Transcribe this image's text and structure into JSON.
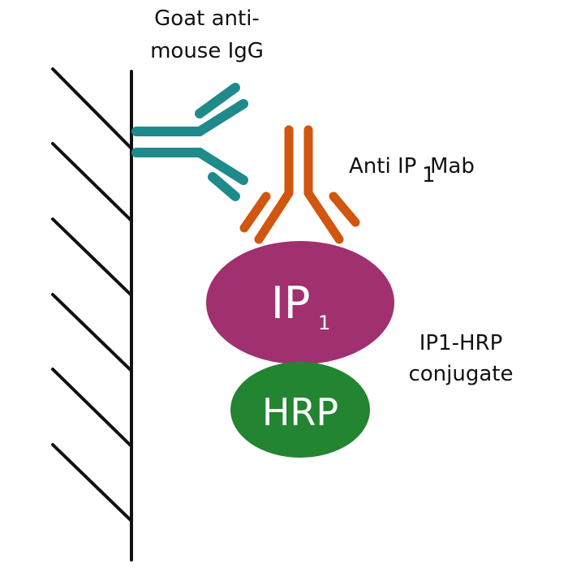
{
  "colors": {
    "goat_antibody": "#1f8a8a",
    "anti_ip1_antibody": "#d1560f",
    "ip1": "#a0306f",
    "hrp": "#238431",
    "surface": "#111111",
    "background": "#ffffff"
  },
  "labels": {
    "goat_line1": "Goat anti-",
    "goat_line2": "mouse IgG",
    "anti_ip1_prefix": "Anti IP",
    "anti_ip1_subscript": "1",
    "anti_ip1_suffix": " Mab",
    "ip1_main": "IP",
    "ip1_subscript": "1",
    "hrp": "HRP",
    "conjugate_line1": "IP1-HRP",
    "conjugate_line2": "conjugate"
  }
}
